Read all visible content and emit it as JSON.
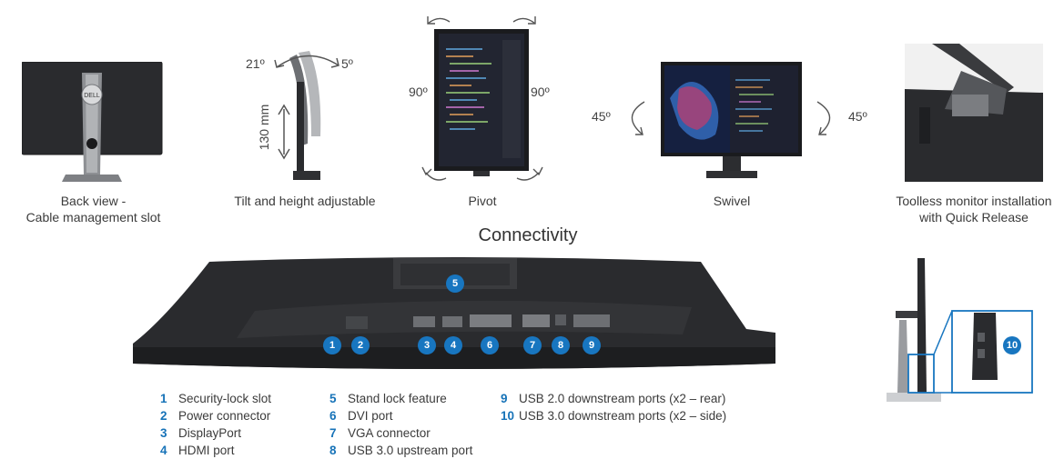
{
  "views": {
    "back": {
      "caption_line1": "Back view -",
      "caption_line2": "Cable management slot"
    },
    "tilt": {
      "caption": "Tilt and height adjustable",
      "angle_back": "21º",
      "angle_front": "5º",
      "height": "130 mm"
    },
    "pivot": {
      "caption": "Pivot",
      "angle_left": "90º",
      "angle_right": "90º"
    },
    "swivel": {
      "caption": "Swivel",
      "angle_left": "45º",
      "angle_right": "45º"
    },
    "quick_release": {
      "caption_line1": "Toolless monitor installation",
      "caption_line2": "with Quick Release"
    }
  },
  "connectivity": {
    "title": "Connectivity",
    "ports": [
      {
        "num": "1",
        "label": "Security-lock slot"
      },
      {
        "num": "2",
        "label": "Power connector"
      },
      {
        "num": "3",
        "label": "DisplayPort"
      },
      {
        "num": "4",
        "label": "HDMI port"
      },
      {
        "num": "5",
        "label": "Stand lock feature"
      },
      {
        "num": "6",
        "label": "DVI port"
      },
      {
        "num": "7",
        "label": "VGA connector"
      },
      {
        "num": "8",
        "label": "USB 3.0 upstream port"
      },
      {
        "num": "9",
        "label": "USB 2.0 downstream ports (x2 – rear)"
      },
      {
        "num": "10",
        "label": "USB 3.0 downstream ports (x2 – side)"
      }
    ]
  },
  "colors": {
    "accent": "#1876c0",
    "monitor": "#2a2b2e",
    "stand": "#9a9ca0"
  }
}
